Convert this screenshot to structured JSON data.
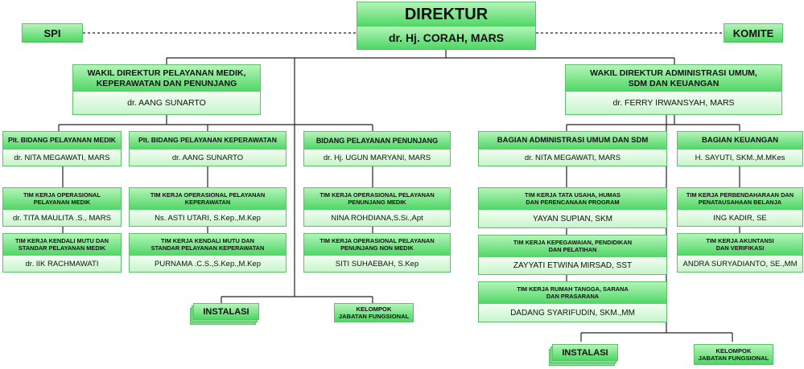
{
  "direktur": {
    "title": "DIREKTUR",
    "name": "dr. Hj. CORAH, MARS"
  },
  "spi": "SPI",
  "komite": "KOMITE",
  "wadir_medik": {
    "title_line1": "WAKIL DIREKTUR PELAYANAN MEDIK,",
    "title_line2": "KEPERAWATAN DAN PENUNJANG",
    "name": "dr. AANG SUNARTO"
  },
  "wadir_adm": {
    "title_line1": "WAKIL DIREKTUR ADMINISTRASI UMUM,",
    "title_line2": "SDM DAN KEUANGAN",
    "name": "dr. FERRY IRWANSYAH, MARS"
  },
  "bid_medik": {
    "title": "Plt. BIDANG PELAYANAN MEDIK",
    "name": "dr. NITA MEGAWATI, MARS"
  },
  "bid_kep": {
    "title": "Plt. BIDANG PELAYANAN KEPERAWATAN",
    "name": "dr. AANG SUNARTO"
  },
  "bid_penunjang": {
    "title": "BIDANG PELAYANAN PENUNJANG",
    "name": "dr. Hj. UGUN MARYANI, MARS"
  },
  "bag_adm": {
    "title": "BAGIAN ADMINISTRASI UMUM DAN SDM",
    "name": "dr. NITA MEGAWATI, MARS"
  },
  "bag_keu": {
    "title": "BAGIAN KEUANGAN",
    "name": "H. SAYUTI, SKM.,M.MKes"
  },
  "tim_ops_medik": {
    "line1": "TIM KERJA OPERASIONAL",
    "line2": "PELAYANAN MEDIK",
    "name": "dr. TITA MAULITA .S., MARS"
  },
  "tim_mutu_medik": {
    "line1": "TIM KERJA KENDALI MUTU DAN",
    "line2": "STANDAR PELAYANAN MEDIK",
    "name": "dr. IIK RACHMAWATI"
  },
  "tim_ops_kep": {
    "line1": "TIM KERJA OPERASIONAL PELAYANAN",
    "line2": "KEPERAWATAN",
    "name": "Ns. ASTI UTARI, S.Kep.,M.Kep"
  },
  "tim_mutu_kep": {
    "line1": "TIM KERJA KENDALI MUTU DAN",
    "line2": "STANDAR PELAYANAN KEPERAWATAN",
    "name": "PURNAMA .C.S.,S.Kep.,M.Kep"
  },
  "tim_ops_pen_medik": {
    "line1": "TIM KERJA OPERASIONAL PELAYANAN",
    "line2": "PENUNJANG MEDIK",
    "name": "NINA ROHDIANA,S.Si.,Apt"
  },
  "tim_ops_pen_non": {
    "line1": "TIM KERJA OPERASIONAL PELAYANAN",
    "line2": "PENUNJANG NON MEDIK",
    "name": "SITI SUHAEBAH, S.Kep"
  },
  "tim_tu": {
    "line1": "TIM KERJA TATA USAHA, HUMAS",
    "line2": "DAN PERENCANAAN PROGRAM",
    "name": "YAYAN SUPIAN, SKM"
  },
  "tim_kepeg": {
    "line1": "TIM KERJA KEPEGAWAIAN, PENDIDIKAN",
    "line2": "DAN PELATIHAN",
    "name": "ZAYYATI ETWINA MIRSAD, SST"
  },
  "tim_rt": {
    "line1": "TIM KERJA RUMAH TANGGA, SARANA",
    "line2": "DAN PRASARANA",
    "name": "DADANG SYARIFUDIN, SKM.,MM"
  },
  "tim_bendahara": {
    "line1": "TIM KERJA PERBENDAHARAAN DAN",
    "line2": "PENATAUSAHAAN BELANJA",
    "name": "ING KADIR, SE"
  },
  "tim_akuntansi": {
    "line1": "TIM KERJA AKUNTANSI",
    "line2": "DAN VERIFIKASI",
    "name": "ANDRA SURYADIANTO, SE.,MM"
  },
  "instalasi_left": "INSTALASI",
  "instalasi_right": "INSTALASI",
  "kelompok_left": {
    "line1": "KELOMPOK",
    "line2": "JABATAN FUNGSIONAL"
  },
  "kelompok_right": {
    "line1": "KELOMPOK",
    "line2": "JABATAN FUNGSIONAL"
  },
  "colors": {
    "header_top": "#b4f5b8",
    "header_bottom": "#4fd665",
    "name_bg": "#d6f7d8",
    "border": "#5cbf6a",
    "line": "#222222"
  }
}
